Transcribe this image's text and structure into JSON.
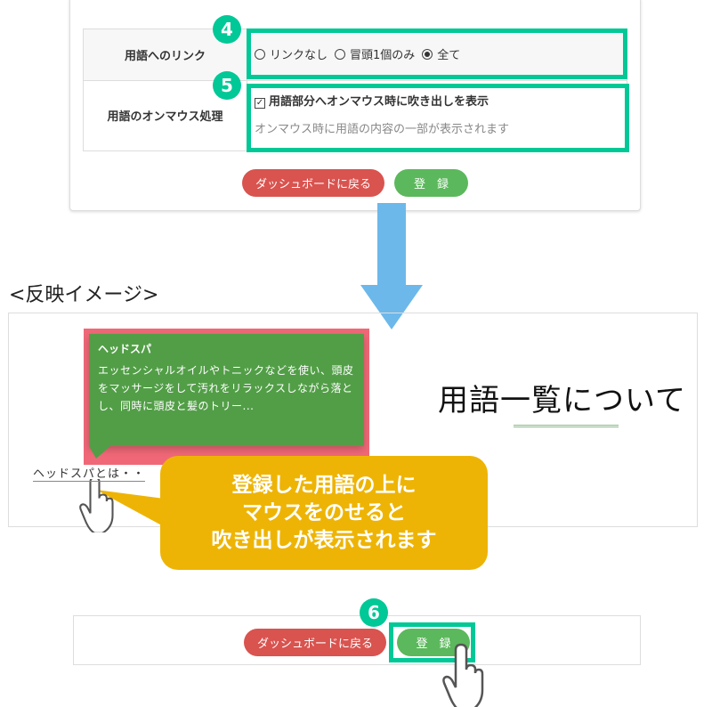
{
  "settings": {
    "link_label": "用語へのリンク",
    "link_options": [
      {
        "label": "リンクなし",
        "checked": false
      },
      {
        "label": "冒頭1個のみ",
        "checked": false
      },
      {
        "label": "全て",
        "checked": true
      }
    ],
    "hover_label": "用語のオンマウス処理",
    "hover_checkbox_label": "用語部分へオンマウス時に吹き出しを表示",
    "hover_help": "オンマウス時に用語の内容の一部が表示されます",
    "back_button": "ダッシュボードに戻る",
    "register_button": "登　録"
  },
  "badges": [
    "4",
    "5",
    "6"
  ],
  "preview": {
    "caption": "<反映イメージ>",
    "tooltip_title": "ヘッドスパ",
    "tooltip_body": "エッセンシャルオイルやトニックなどを使い、頭皮をマッサージをして汚れをリラックスしながら落とし、同時に頭皮と髪のトリー...",
    "heading": "用語一覧について",
    "term_link": "ヘッドスパとは・・",
    "callout_lines": [
      "登録した用語の上に",
      "マウスをのせると",
      "吹き出しが表示されます"
    ]
  },
  "colors": {
    "highlight": "#00c896",
    "arrow": "#6cb8ea",
    "tooltip": "#529e47",
    "tooltip_border": "#f06878",
    "callout": "#eeb405"
  }
}
